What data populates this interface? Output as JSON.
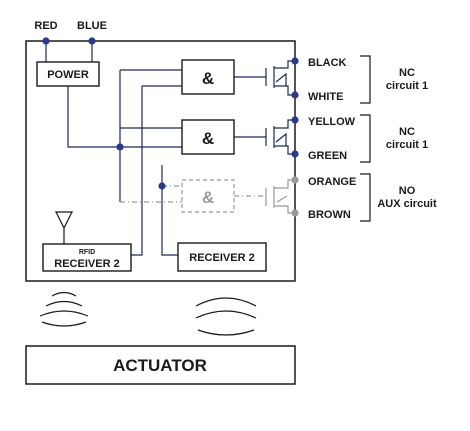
{
  "inputs": {
    "red": "RED",
    "blue": "BLUE"
  },
  "blocks": {
    "power": "POWER",
    "and_symbol": "&",
    "rfid_small": "RFID",
    "receiver_rfid": "RECEIVER 2",
    "receiver_2": "RECEIVER 2",
    "actuator": "ACTUATOR"
  },
  "terminals": {
    "black": "BLACK",
    "white": "WHITE",
    "yellow": "YELLOW",
    "green": "GREEN",
    "orange": "ORANGE",
    "brown": "BROWN"
  },
  "circuits": {
    "nc1": {
      "type": "NC",
      "name": "circuit 1"
    },
    "nc2": {
      "type": "NC",
      "name": "circuit 1"
    },
    "no_aux": {
      "type": "NO",
      "name": "AUX circuit"
    }
  },
  "colors": {
    "wire": "#1a2a5a",
    "node": "#2a3a8a",
    "aux_grey": "#999999"
  }
}
